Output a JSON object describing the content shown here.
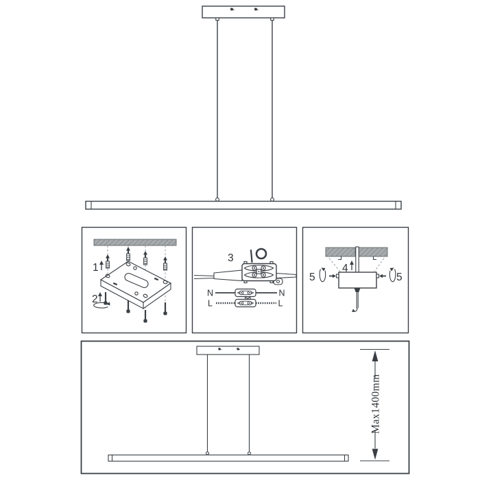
{
  "document_type": "pendant-lamp-installation-diagram",
  "colors": {
    "line": "#3a3f44",
    "guide_dash": "#9aa0a4",
    "ceiling_fill": "#a7abae",
    "background": "#ffffff"
  },
  "panel_mounting": {
    "step_anchor_label": "1",
    "step_screw_label": "2"
  },
  "panel_wiring": {
    "step_label": "3",
    "neutral_label": "N",
    "live_label": "L"
  },
  "panel_canopy": {
    "step_push_label": "4",
    "step_lock_label": "5"
  },
  "height_limit": {
    "max_drop_label": "Max1400mm"
  }
}
